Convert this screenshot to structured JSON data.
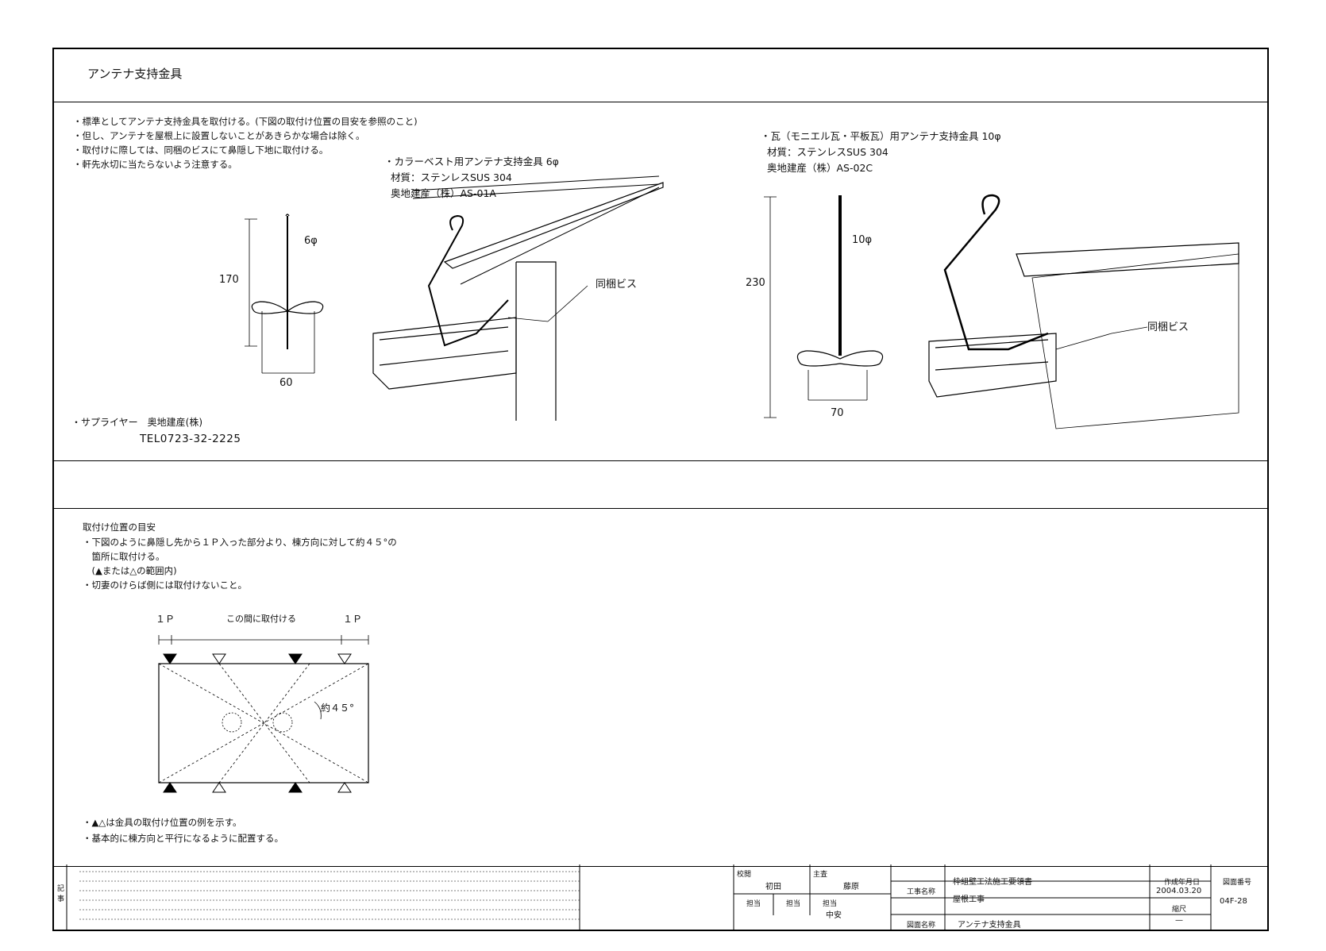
{
  "title": "アンテナ支持金具",
  "notes_top": [
    "・標準としてアンテナ支持金具を取付ける。(下図の取付け位置の目安を参照のこと)",
    "・但し、アンテナを屋根上に設置しないことがあきらかな場合は除く。",
    "・取付けに際しては、同梱のビスにて鼻隠し下地に取付ける。",
    "・軒先水切に当たらないよう注意する。"
  ],
  "bracket1": {
    "heading": "・カラーベスト用アンテナ支持金具 6φ",
    "material": "材質：ステンレスSUS 304",
    "maker": "奥地建産（株）AS-01A",
    "dim_height": "170",
    "dim_width": "60",
    "dim_dia": "6φ",
    "screw_label": "同梱ビス"
  },
  "bracket2": {
    "heading": "・瓦（モニエル瓦・平板瓦）用アンテナ支持金具 10φ",
    "material": "材質：ステンレスSUS 304",
    "maker": "奥地建産（株）AS-02C",
    "dim_height": "230",
    "dim_width": "70",
    "dim_dia": "10φ",
    "screw_label": "同梱ビス"
  },
  "supplier": {
    "label": "・サプライヤー　奥地建産(株)",
    "tel": "TEL0723-32-2225"
  },
  "position": {
    "heading": "取付け位置の目安",
    "lines": [
      "・下図のように鼻隠し先から１Ｐ入った部分より、棟方向に対して約４５°の",
      "　箇所に取付ける。",
      "　(▲または△の範囲内)",
      "・切妻のけらば側には取付けないこと。"
    ],
    "label_left": "１Ｐ",
    "label_center": "この間に取付ける",
    "label_right": "１Ｐ",
    "angle_label": "約４５°",
    "notes": [
      "・▲△は金具の取付け位置の例を示す。",
      "・基本的に棟方向と平行になるように配置する。"
    ]
  },
  "title_block": {
    "remarks_label": "記事",
    "checked_label": "校閲",
    "checked_name": "初田",
    "chief_label": "主査",
    "chief_name": "藤原",
    "staff_label_1": "担当",
    "staff_label_2": "担当",
    "staff_label_3": "担当",
    "staff_name": "中安",
    "project_label": "工事名称",
    "project_name": "枠組壁工法施工要領書",
    "work_name": "屋根工事",
    "drawing_label": "図面名称",
    "drawing_name": "アンテナ支持金具",
    "date_label": "作成年月日",
    "date": "2004.03.20",
    "scale_label": "縮尺",
    "scale": "—",
    "number_label": "図面番号",
    "number": "04F-28"
  }
}
